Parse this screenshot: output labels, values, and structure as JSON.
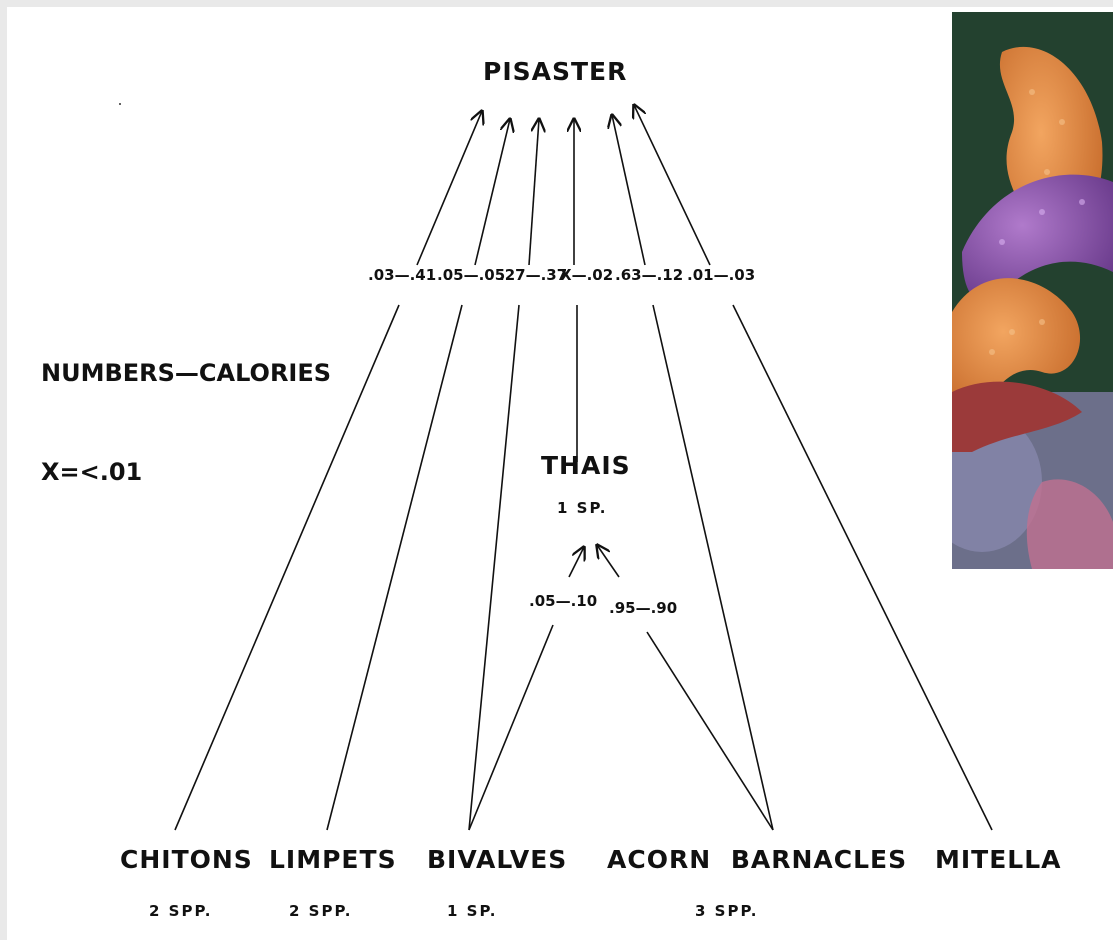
{
  "title": "PISASTER",
  "predator2": {
    "name": "THAIS",
    "count": "1 SP."
  },
  "legend": {
    "line1": "NUMBERS—CALORIES",
    "line2": "X=<.01"
  },
  "edge_labels": {
    "chitons": ".03—.41",
    "limpets": ".05—.05",
    "bivalves": ".27—.37",
    "thais": "X—.02",
    "barnacles": ".63—.12",
    "mitella": ".01—.03",
    "bivalves_thais": ".05—.10",
    "barnacles_thais": ".95—.90"
  },
  "prey": [
    {
      "name": "CHITONS",
      "count": "2 SPP."
    },
    {
      "name": "LIMPETS",
      "count": "2 SPP."
    },
    {
      "name": "BIVALVES",
      "count": "1 SP."
    },
    {
      "name": "ACORN BARNACLES",
      "count": "3 SPP."
    },
    {
      "name": "MITELLA",
      "count": ""
    }
  ]
}
